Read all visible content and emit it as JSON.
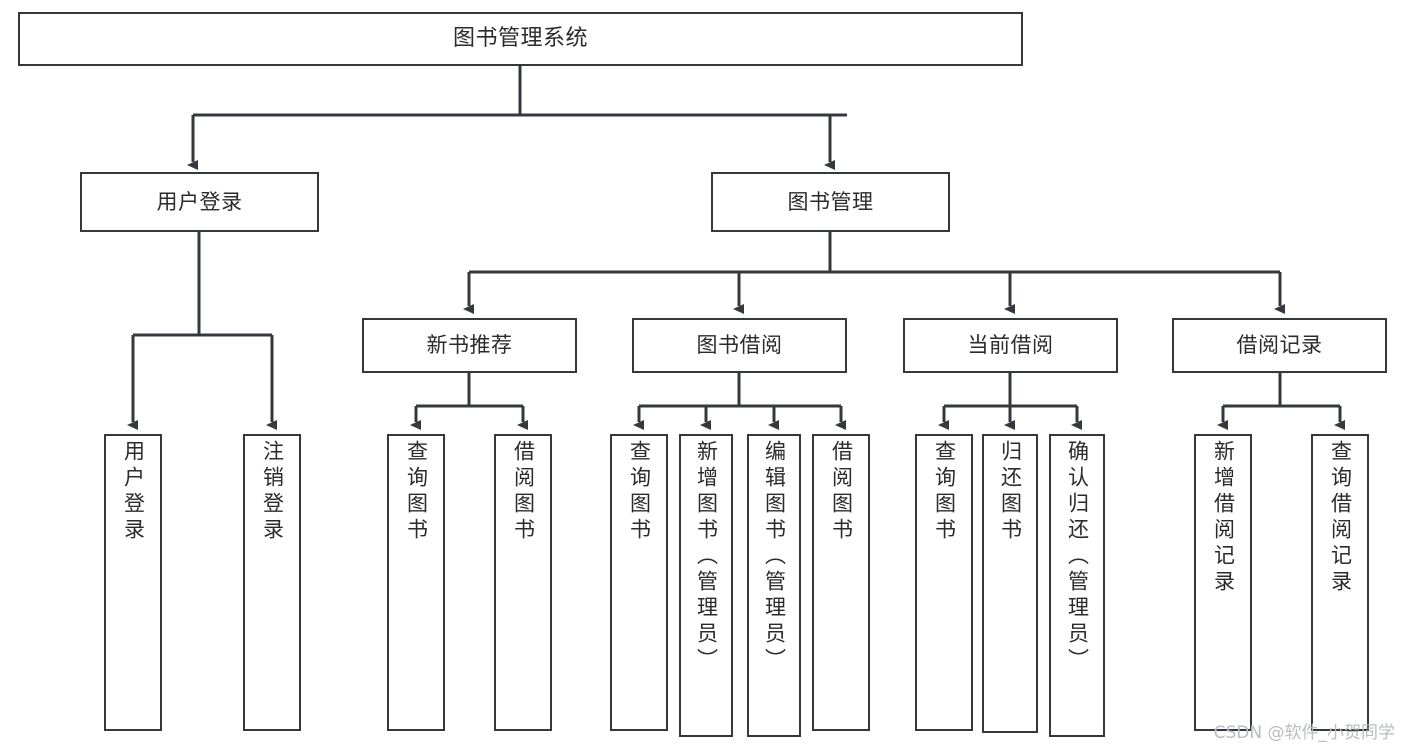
{
  "diagram": {
    "title": "图书管理系统",
    "watermark": "CSDN @软件_小贺同学",
    "colors": {
      "box_border": "#35383d",
      "box_fill": "#ffffff",
      "connector": "#35383d",
      "text": "#2b2b2b",
      "watermark": "#b9bcc0"
    },
    "levels": {
      "root": {
        "label": "图书管理系统"
      },
      "level2": [
        {
          "id": "user-login",
          "label": "用户登录"
        },
        {
          "id": "book-management",
          "label": "图书管理"
        }
      ],
      "level3": [
        {
          "id": "new-book-recommend",
          "label": "新书推荐"
        },
        {
          "id": "book-borrow",
          "label": "图书借阅"
        },
        {
          "id": "current-borrow",
          "label": "当前借阅"
        },
        {
          "id": "borrow-record",
          "label": "借阅记录"
        }
      ],
      "leaves": {
        "user-login": [
          {
            "id": "leaf-user-login",
            "label": "用户登录"
          },
          {
            "id": "leaf-logout-login",
            "label": "注销登录"
          }
        ],
        "new-book-recommend": [
          {
            "id": "leaf-query-book-1",
            "label": "查询图书"
          },
          {
            "id": "leaf-borrow-book-1",
            "label": "借阅图书"
          }
        ],
        "book-borrow": [
          {
            "id": "leaf-query-book-2",
            "label": "查询图书"
          },
          {
            "id": "leaf-add-book",
            "label": "新增图书（管理员）"
          },
          {
            "id": "leaf-edit-book",
            "label": "编辑图书（管理员）"
          },
          {
            "id": "leaf-borrow-book-2",
            "label": "借阅图书"
          }
        ],
        "current-borrow": [
          {
            "id": "leaf-query-book-3",
            "label": "查询图书"
          },
          {
            "id": "leaf-return-book",
            "label": "归还图书"
          },
          {
            "id": "leaf-confirm-return",
            "label": "确认归还（管理员）"
          }
        ],
        "borrow-record": [
          {
            "id": "leaf-add-record",
            "label": "新增借阅记录"
          },
          {
            "id": "leaf-query-record",
            "label": "查询借阅记录"
          }
        ]
      }
    }
  }
}
